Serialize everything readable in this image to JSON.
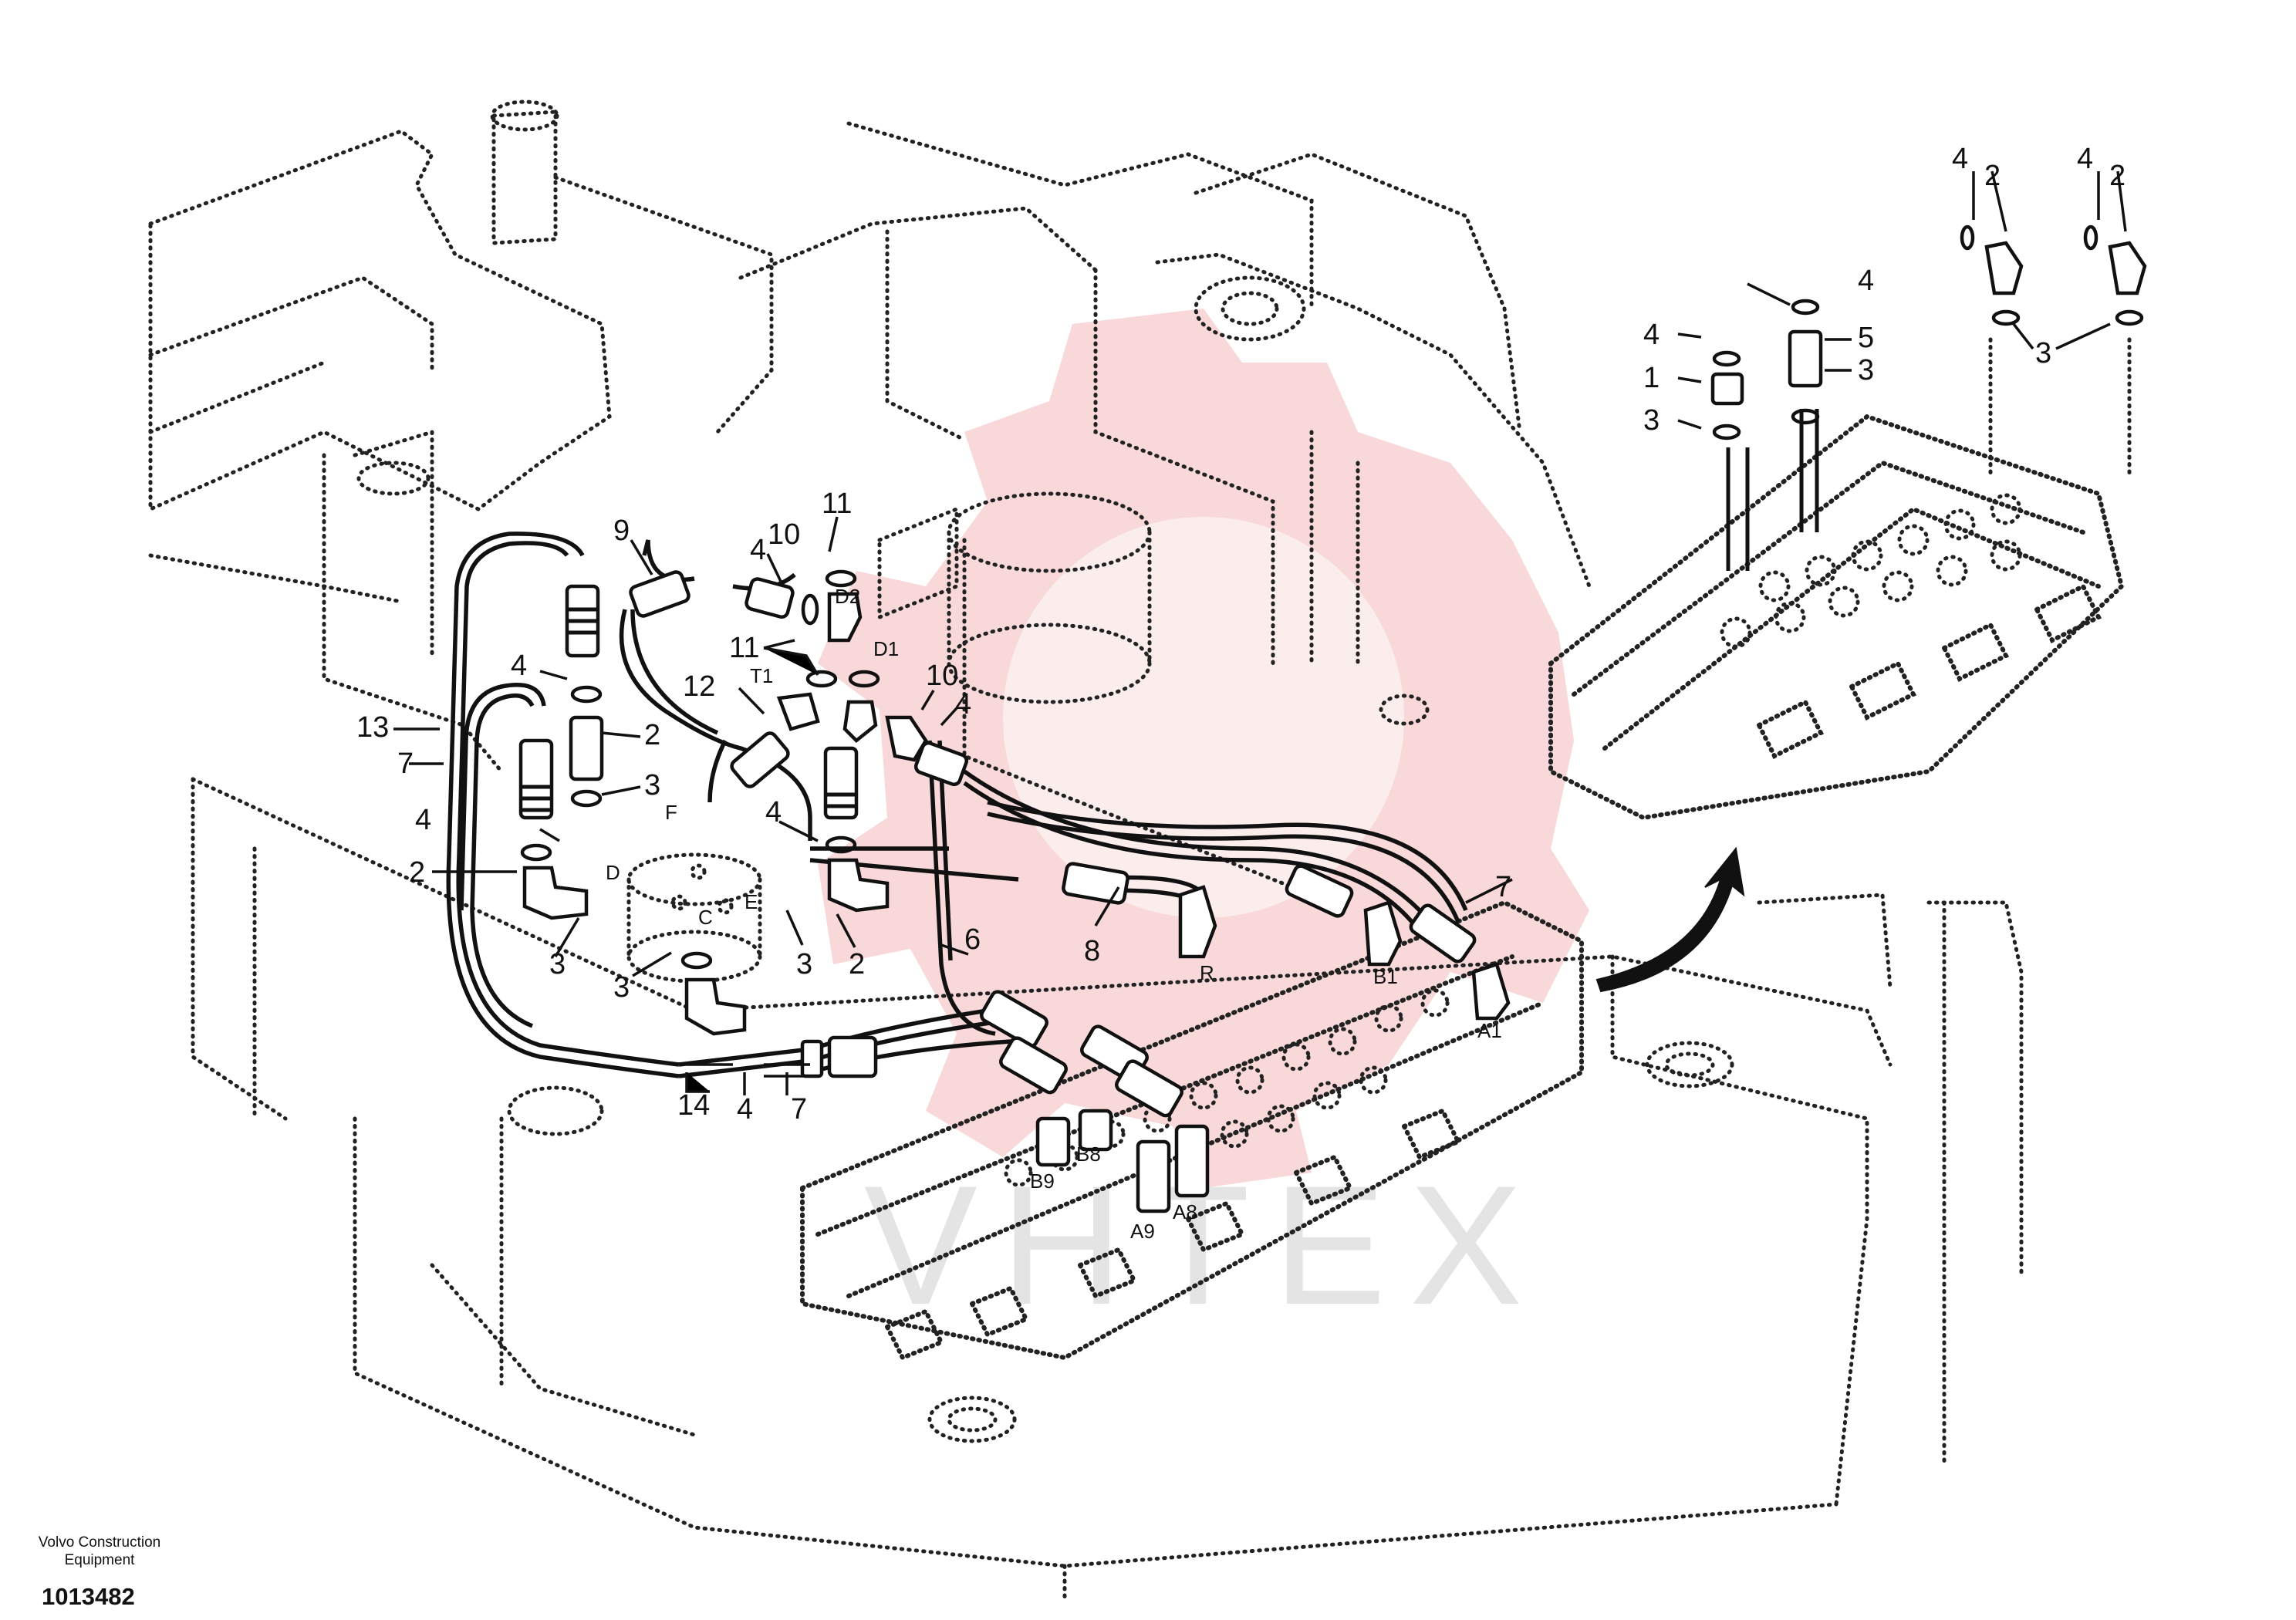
{
  "figure": {
    "callouts": {
      "c1": "1",
      "c2": "2",
      "c3": "3",
      "c4": "4",
      "c5": "5",
      "c6": "6",
      "c7": "7",
      "c8": "8",
      "c9": "9",
      "c10": "10",
      "c11": "11",
      "c12": "12",
      "c13": "13",
      "c14": "14"
    },
    "ports": {
      "A1": "A1",
      "B1": "B1",
      "A8": "A8",
      "B8": "B8",
      "A9": "A9",
      "B9": "B9",
      "D1": "D1",
      "D2": "D2",
      "T1": "T1",
      "R": "R",
      "C": "C",
      "D": "D",
      "E": "E",
      "F": "F"
    },
    "watermark": "VHTEX",
    "colors": {
      "line": "#111111",
      "watermark": "#f2b8b8",
      "background": "#ffffff"
    }
  },
  "footer": {
    "company_line1": "Volvo Construction",
    "company_line2": "Equipment",
    "doc_number": "1013482"
  }
}
